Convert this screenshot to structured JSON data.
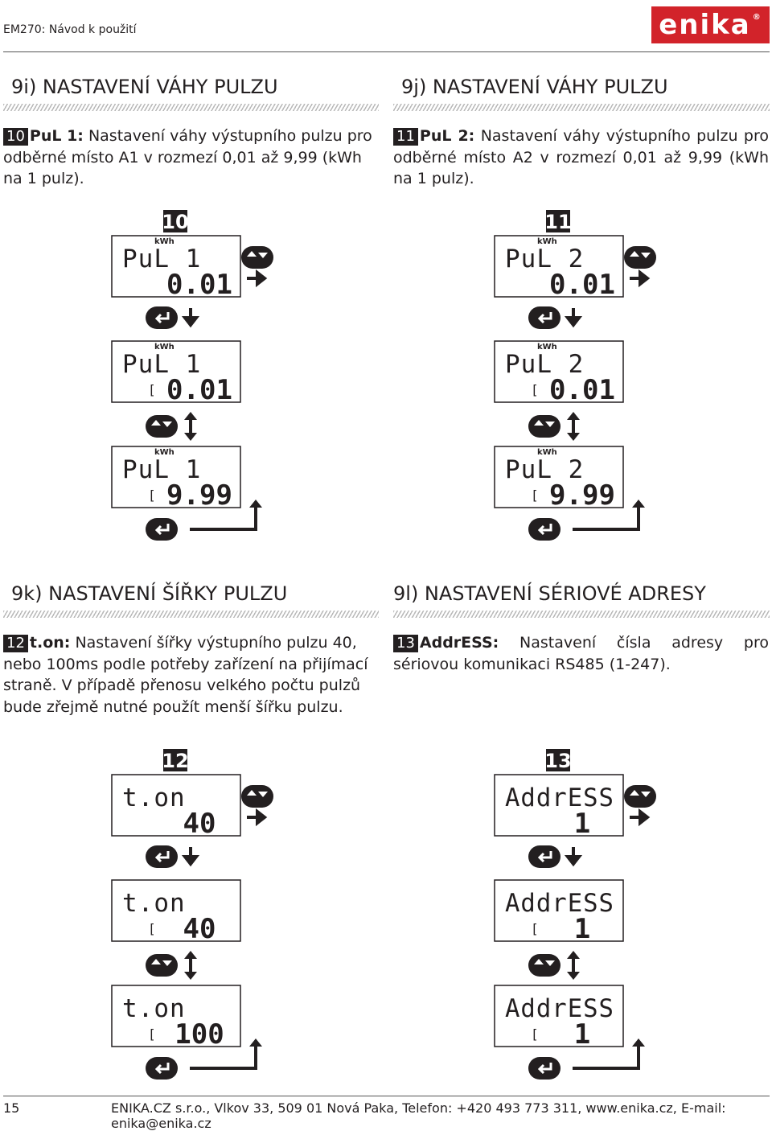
{
  "header": {
    "title": "EM270: Návod k použití",
    "logo_text": "enika",
    "logo_mark": "®",
    "brand_color": "#d2232a"
  },
  "sections": [
    {
      "title": "9i) NASTAVENÍ VÁHY PULZU",
      "step": "10",
      "keyword": "PuL 1:",
      "text": "Nastavení váhy výstupního pulzu pro odběrné místo A1 v rozmezí 0,01 až 9,99 (kWh na 1 pulz).",
      "diagram": {
        "label": "10",
        "displays": [
          {
            "unit": "kWh",
            "line1": "PuL 1",
            "line2": "0.01",
            "cursor": ""
          },
          {
            "unit": "kWh",
            "line1": "PuL 1",
            "line2": "0.01",
            "cursor": "["
          },
          {
            "unit": "kWh",
            "line1": "PuL 1",
            "line2": "9.99",
            "cursor": "["
          }
        ]
      }
    },
    {
      "title": "9j) NASTAVENÍ VÁHY PULZU",
      "step": "11",
      "keyword": "PuL 2:",
      "text": "Nastavení váhy výstupního pulzu pro odběrné místo A2 v rozmezí 0,01 až 9,99 (kWh na 1 pulz).",
      "diagram": {
        "label": "11",
        "displays": [
          {
            "unit": "kWh",
            "line1": "PuL 2",
            "line2": "0.01",
            "cursor": ""
          },
          {
            "unit": "kWh",
            "line1": "PuL 2",
            "line2": "0.01",
            "cursor": "["
          },
          {
            "unit": "kWh",
            "line1": "PuL 2",
            "line2": "9.99",
            "cursor": "["
          }
        ]
      }
    },
    {
      "title": "9k) NASTAVENÍ ŠÍŘKY PULZU",
      "step": "12",
      "keyword": "t.on:",
      "text": "Nastavení šířky výstupního pulzu 40, nebo 100ms podle potřeby zařízení na přijímací straně. V případě přenosu velkého počtu pulzů bude zřejmě nutné použít menší šířku pulzu.",
      "diagram": {
        "label": "12",
        "displays": [
          {
            "unit": "",
            "line1": "t.on",
            "line2": "40",
            "cursor": ""
          },
          {
            "unit": "",
            "line1": "t.on",
            "line2": "40",
            "cursor": "["
          },
          {
            "unit": "",
            "line1": "t.on",
            "line2": "100",
            "cursor": "["
          }
        ]
      }
    },
    {
      "title": "9l) NASTAVENÍ SÉRIOVÉ ADRESY",
      "step": "13",
      "keyword": "AddrESS:",
      "text": "Nastavení čísla adresy pro sériovou komunikaci RS485 (1-247).",
      "diagram": {
        "label": "13",
        "displays": [
          {
            "unit": "",
            "line1": "AddrESS",
            "line2": "1",
            "cursor": ""
          },
          {
            "unit": "",
            "line1": "AddrESS",
            "line2": "1",
            "cursor": "["
          },
          {
            "unit": "",
            "line1": "AddrESS",
            "line2": "1",
            "cursor": "["
          }
        ]
      }
    }
  ],
  "footer": {
    "page": "15",
    "text": "ENIKA.CZ s.r.o., Vlkov 33, 509 01 Nová Paka, Telefon: +420 493 773 311, www.enika.cz, E-mail: enika@enika.cz"
  }
}
